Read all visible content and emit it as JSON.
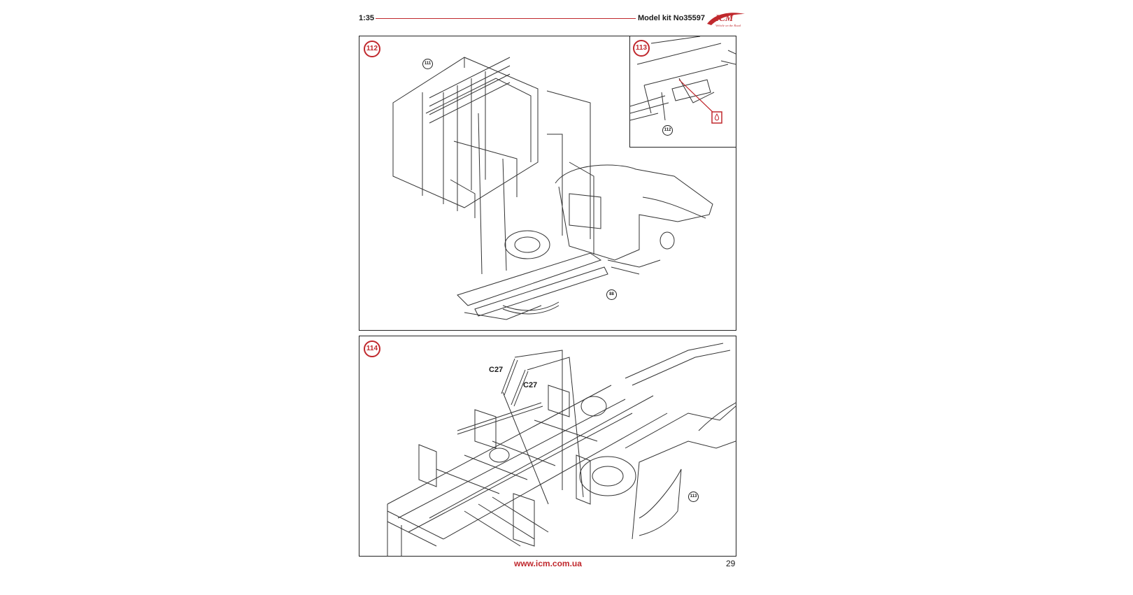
{
  "header": {
    "scale": "1:35",
    "kit_number": "Model kit No35597",
    "brand": "ICM",
    "tagline": "Vehicle on the Road"
  },
  "steps": [
    {
      "number": "112",
      "refs": [
        "111",
        "88"
      ]
    },
    {
      "number": "113",
      "refs": [
        "112"
      ]
    },
    {
      "number": "114",
      "refs": [
        "113"
      ],
      "part_labels": [
        "C27",
        "C27"
      ]
    }
  ],
  "footer": {
    "url": "www.icm.com.ua",
    "page_number": "29"
  },
  "colors": {
    "accent": "#c0282d",
    "line": "#222222"
  }
}
